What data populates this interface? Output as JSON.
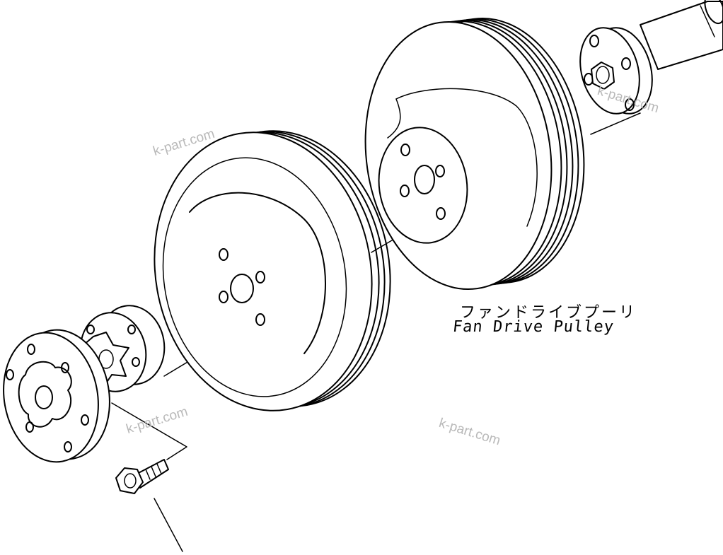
{
  "labels": {
    "part_name_ja": "ファンドライブプーリ",
    "part_name_en": "Fan Drive Pulley"
  },
  "watermarks": [
    "k-part.com",
    "k-part.com",
    "k-part.com",
    "k-part.com"
  ],
  "colors": {
    "line": "#000000",
    "background": "#ffffff",
    "watermark": "#b9b9b9"
  }
}
